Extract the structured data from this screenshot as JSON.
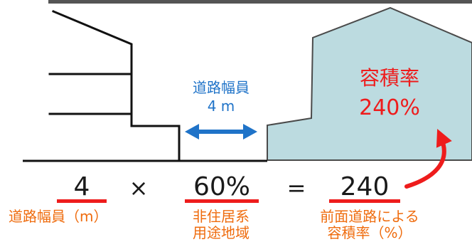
{
  "road_width": {
    "title": "道路幅員",
    "value": "4 m"
  },
  "building": {
    "far_title": "容積率",
    "far_value": "240%"
  },
  "formula": {
    "operand1": "4",
    "times": "×",
    "operand2": "60%",
    "equals": "=",
    "result": "240"
  },
  "captions": {
    "operand1": "道路幅員（m）",
    "operand2_line1": "非住居系",
    "operand2_line2": "用途地域",
    "result_line1": "前面道路による",
    "result_line2": "容積率（%）"
  },
  "colors": {
    "building_fill": "#bcdbe0",
    "road_arrow": "#1f73c8",
    "accent_red": "#ee1c1c",
    "caption_orange": "#ef6c0e"
  }
}
